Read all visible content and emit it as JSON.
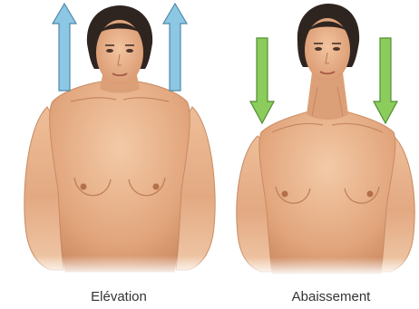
{
  "panels": [
    {
      "label": "Elévation",
      "arrow_direction": "up",
      "arrow_color": "#8cc8e4",
      "arrow_stroke": "#4f88a8"
    },
    {
      "label": "Abaissement",
      "arrow_direction": "down",
      "arrow_color": "#8ccc5c",
      "arrow_stroke": "#4f8f2f"
    }
  ],
  "colors": {
    "skin_light": "#f2c7a4",
    "skin_mid": "#dfa27a",
    "skin_dark": "#b97650",
    "hair": "#2f2520"
  }
}
